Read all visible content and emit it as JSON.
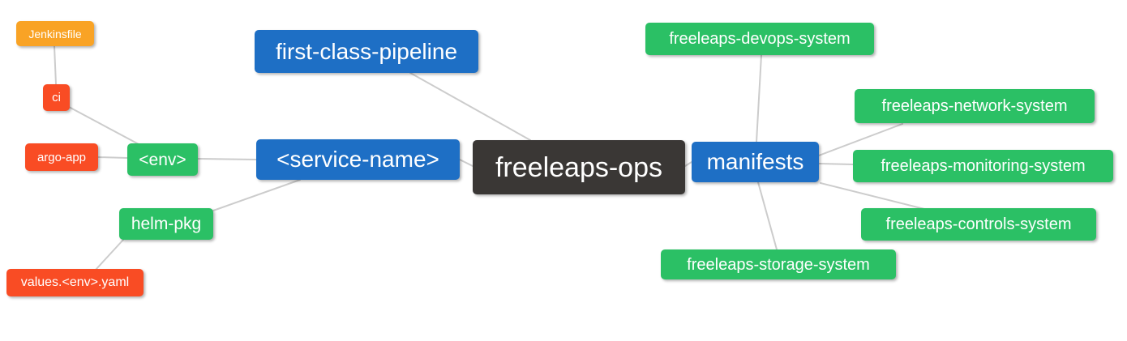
{
  "diagram": {
    "title": "freeleaps-ops mind map",
    "background": "#FFFFFF",
    "edge_color": "#CCCCCC",
    "colors": {
      "orange": "#F9A325",
      "red": "#F94C24",
      "green": "#2BC065",
      "blue": "#1E6FC5",
      "dark": "#3A3735"
    },
    "nodes": [
      {
        "id": "jenkinsfile",
        "label": "Jenkinsfile",
        "color": "orange"
      },
      {
        "id": "ci",
        "label": "ci",
        "color": "red"
      },
      {
        "id": "argo-app",
        "label": "argo-app",
        "color": "red"
      },
      {
        "id": "env",
        "label": "<env>",
        "color": "green"
      },
      {
        "id": "helm-pkg",
        "label": "helm-pkg",
        "color": "green"
      },
      {
        "id": "values-env-yaml",
        "label": "values.<env>.yaml",
        "color": "red"
      },
      {
        "id": "service-name",
        "label": "<service-name>",
        "color": "blue"
      },
      {
        "id": "first-class-pipeline",
        "label": "first-class-pipeline",
        "color": "blue"
      },
      {
        "id": "freeleaps-ops",
        "label": "freeleaps-ops",
        "color": "dark"
      },
      {
        "id": "manifests",
        "label": "manifests",
        "color": "blue"
      },
      {
        "id": "freeleaps-devops-system",
        "label": "freeleaps-devops-system",
        "color": "green"
      },
      {
        "id": "freeleaps-network-system",
        "label": "freeleaps-network-system",
        "color": "green"
      },
      {
        "id": "freeleaps-monitoring-system",
        "label": "freeleaps-monitoring-system",
        "color": "green"
      },
      {
        "id": "freeleaps-controls-system",
        "label": "freeleaps-controls-system",
        "color": "green"
      },
      {
        "id": "freeleaps-storage-system",
        "label": "freeleaps-storage-system",
        "color": "green"
      }
    ],
    "edges": [
      [
        "jenkinsfile",
        "ci"
      ],
      [
        "ci",
        "env"
      ],
      [
        "argo-app",
        "env"
      ],
      [
        "env",
        "service-name"
      ],
      [
        "service-name",
        "helm-pkg"
      ],
      [
        "helm-pkg",
        "values-env-yaml"
      ],
      [
        "first-class-pipeline",
        "freeleaps-ops"
      ],
      [
        "service-name",
        "freeleaps-ops"
      ],
      [
        "freeleaps-ops",
        "manifests"
      ],
      [
        "manifests",
        "freeleaps-devops-system"
      ],
      [
        "manifests",
        "freeleaps-network-system"
      ],
      [
        "manifests",
        "freeleaps-monitoring-system"
      ],
      [
        "manifests",
        "freeleaps-controls-system"
      ],
      [
        "manifests",
        "freeleaps-storage-system"
      ]
    ]
  }
}
